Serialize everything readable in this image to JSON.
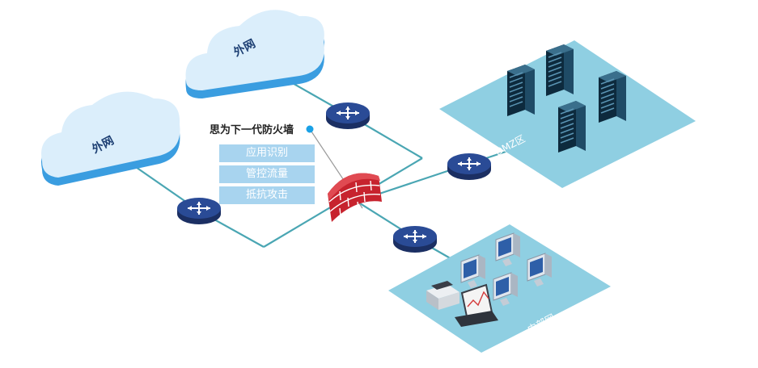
{
  "clouds": [
    {
      "label": "外网"
    },
    {
      "label": "外网"
    }
  ],
  "firewall": {
    "label": "思为下一代防火墙",
    "features": [
      "应用识别",
      "管控流量",
      "抵抗攻击"
    ]
  },
  "zones": {
    "dmz": {
      "label": "DMZ区"
    },
    "intranet": {
      "label": "内部网"
    }
  },
  "icons": {
    "cloud": "cloud-icon",
    "router": "router-icon",
    "firewall": "firewall-icon",
    "server": "server-rack-icon",
    "monitor": "monitor-icon",
    "laptop": "laptop-icon",
    "printer": "printer-icon"
  },
  "colors": {
    "cloud": "#dbeefb",
    "cloud_edge": "#3a9de0",
    "line": "#4aa6b3",
    "router_top": "#2a4b96",
    "router_side": "#1b2f63",
    "zone_fill": "#8fcfe2",
    "firewall": "#c7232e",
    "callout_dot": "#1aa1e6",
    "feature_box": "#a8d4ef"
  }
}
